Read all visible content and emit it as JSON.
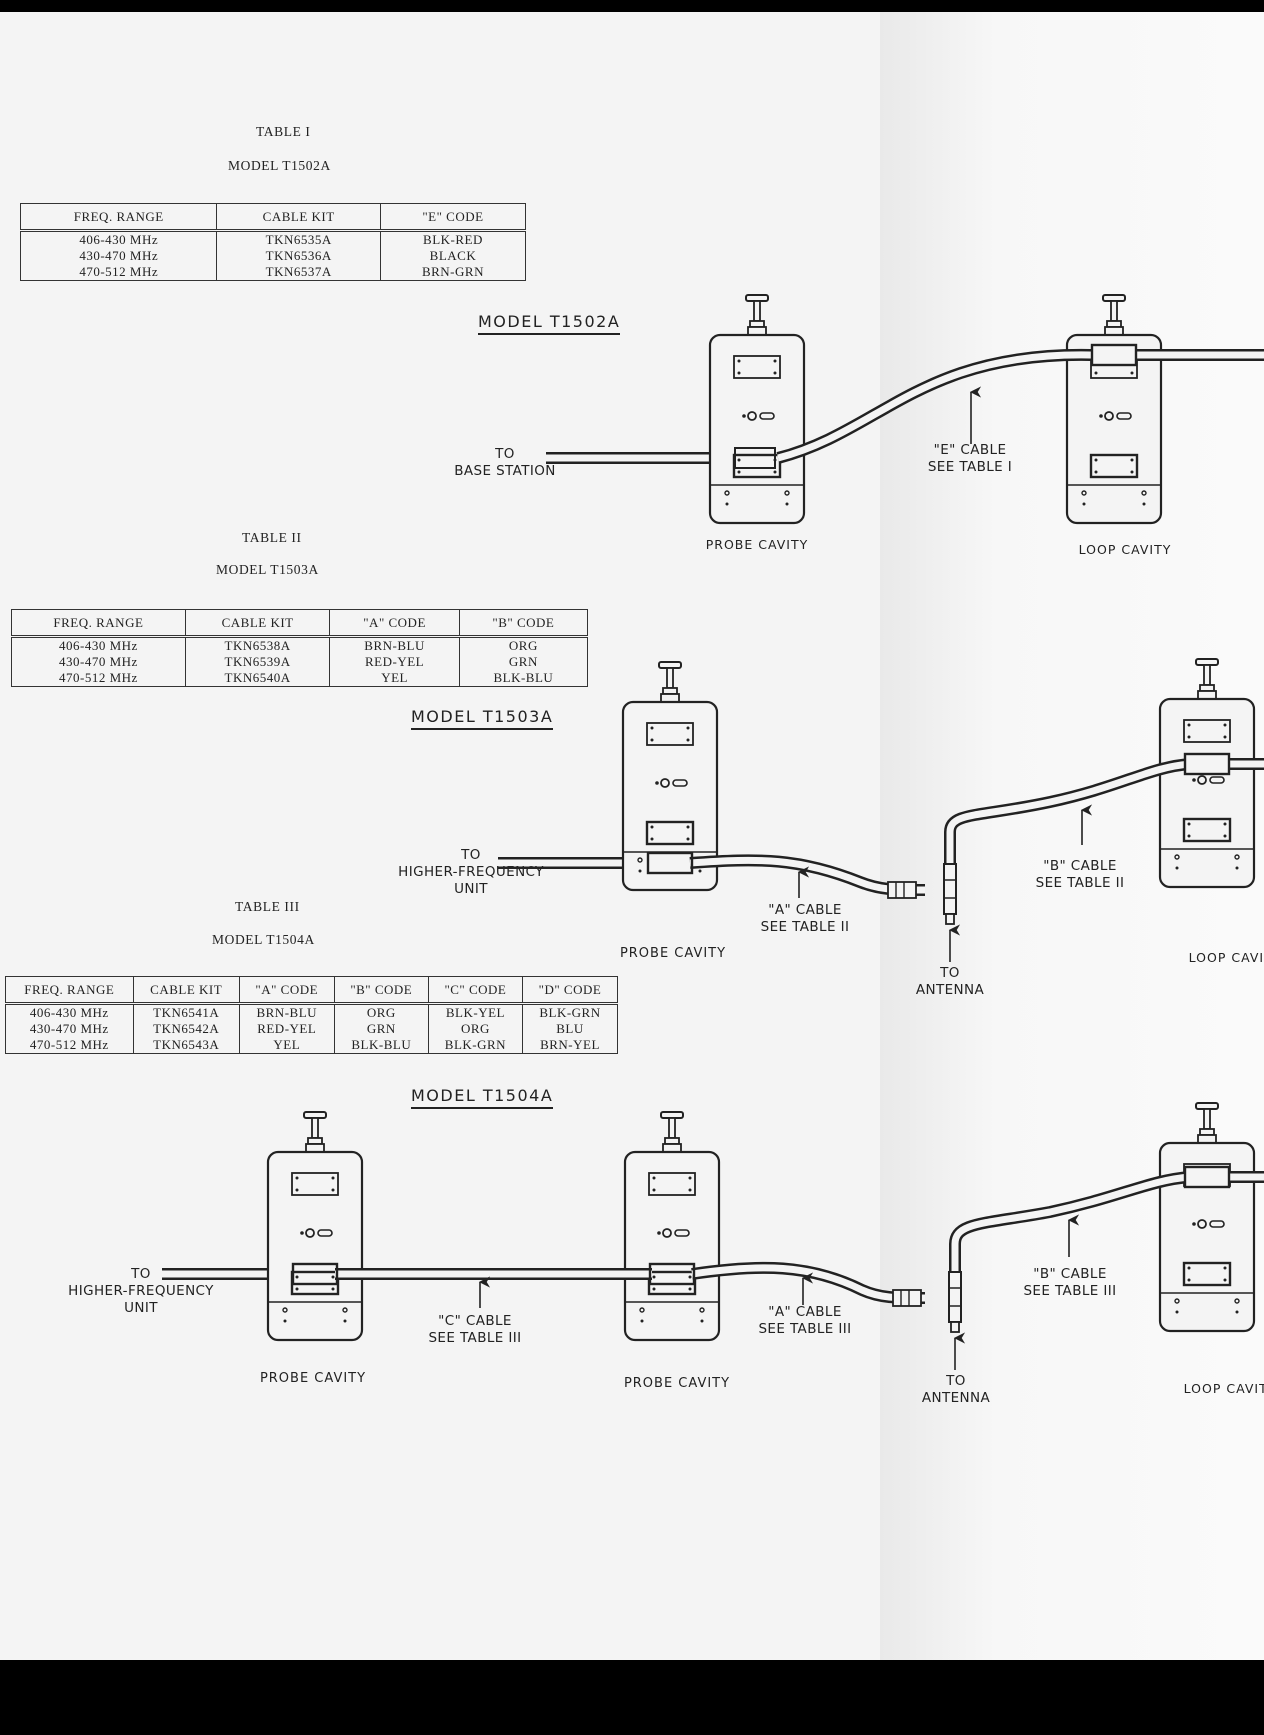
{
  "table1": {
    "title": "TABLE I",
    "model": "MODEL T1502A",
    "headers": [
      "FREQ. RANGE",
      "CABLE KIT",
      "\"E\" CODE"
    ],
    "rows": [
      [
        "406-430 MHz",
        "TKN6535A",
        "BLK-RED"
      ],
      [
        "430-470 MHz",
        "TKN6536A",
        "BLACK"
      ],
      [
        "470-512 MHz",
        "TKN6537A",
        "BRN-GRN"
      ]
    ]
  },
  "table2": {
    "title": "TABLE II",
    "model": "MODEL T1503A",
    "headers": [
      "FREQ. RANGE",
      "CABLE KIT",
      "\"A\" CODE",
      "\"B\" CODE"
    ],
    "rows": [
      [
        "406-430 MHz",
        "TKN6538A",
        "BRN-BLU",
        "ORG"
      ],
      [
        "430-470 MHz",
        "TKN6539A",
        "RED-YEL",
        "GRN"
      ],
      [
        "470-512 MHz",
        "TKN6540A",
        "YEL",
        "BLK-BLU"
      ]
    ]
  },
  "table3": {
    "title": "TABLE III",
    "model": "MODEL T1504A",
    "headers": [
      "FREQ. RANGE",
      "CABLE KIT",
      "\"A\" CODE",
      "\"B\" CODE",
      "\"C\" CODE",
      "\"D\" CODE"
    ],
    "rows": [
      [
        "406-430 MHz",
        "TKN6541A",
        "BRN-BLU",
        "ORG",
        "BLK-YEL",
        "BLK-GRN"
      ],
      [
        "430-470 MHz",
        "TKN6542A",
        "RED-YEL",
        "GRN",
        "ORG",
        "BLU"
      ],
      [
        "470-512 MHz",
        "TKN6543A",
        "YEL",
        "BLK-BLU",
        "BLK-GRN",
        "BRN-YEL"
      ]
    ]
  },
  "diagrams": {
    "d1": {
      "heading": "MODEL T1502A",
      "to_line1": "TO",
      "to_line2": "BASE STATION",
      "e_cable_1": "\"E\" CABLE",
      "e_cable_2": "SEE TABLE I",
      "probe": "PROBE CAVITY",
      "loop": "LOOP CAVITY"
    },
    "d2": {
      "heading": "MODEL T1503A",
      "to_1": "TO",
      "to_2": "HIGHER-FREQUENCY",
      "to_3": "UNIT",
      "a_cable_1": "\"A\" CABLE",
      "a_cable_2": "SEE TABLE II",
      "b_cable_1": "\"B\" CABLE",
      "b_cable_2": "SEE TABLE II",
      "ant_1": "TO",
      "ant_2": "ANTENNA",
      "probe": "PROBE CAVITY",
      "loop": "LOOP CAVITY"
    },
    "d3": {
      "heading": "MODEL T1504A",
      "to_1": "TO",
      "to_2": "HIGHER-FREQUENCY",
      "to_3": "UNIT",
      "c_cable_1": "\"C\" CABLE",
      "c_cable_2": "SEE TABLE III",
      "a_cable_1": "\"A\" CABLE",
      "a_cable_2": "SEE TABLE III",
      "b_cable_1": "\"B\" CABLE",
      "b_cable_2": "SEE TABLE III",
      "ant_1": "TO",
      "ant_2": "ANTENNA",
      "probe1": "PROBE CAVITY",
      "probe2": "PROBE CAVITY",
      "loop": "LOOP CAVITY"
    }
  }
}
